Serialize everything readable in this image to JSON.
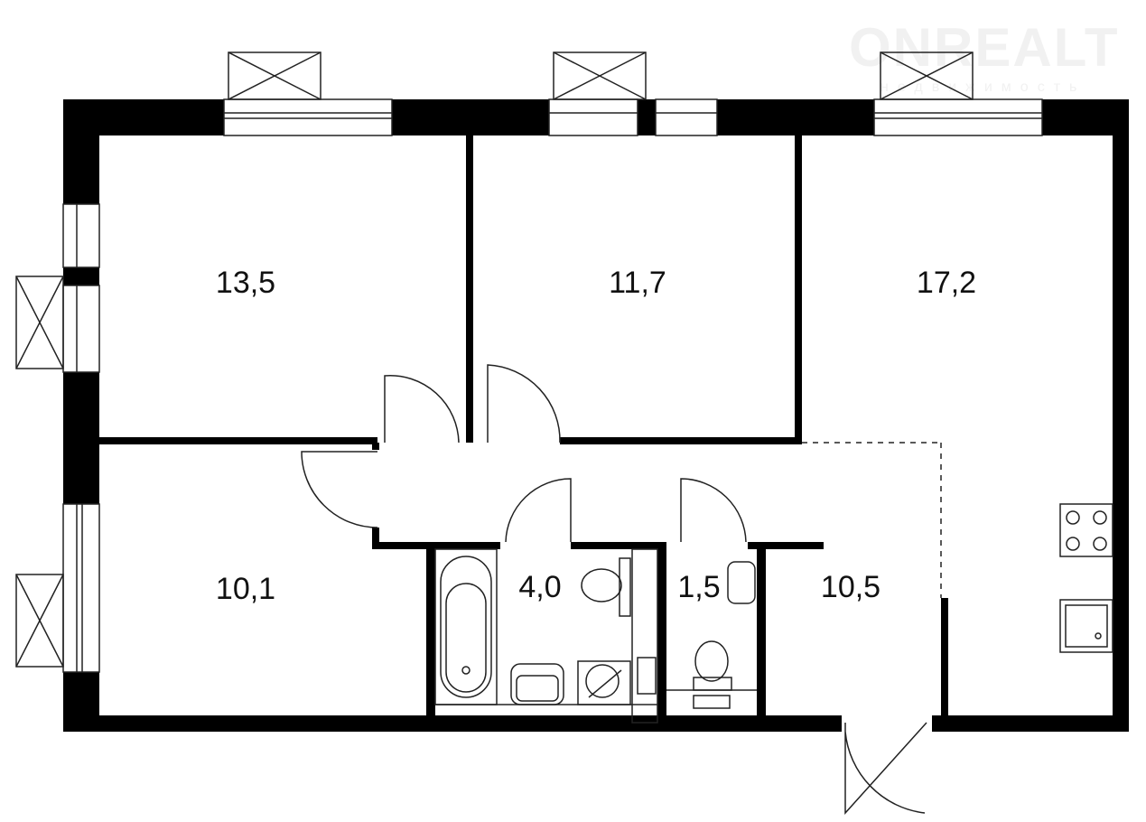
{
  "watermark": {
    "brand": "ONREALT",
    "subtitle": "недвижимость"
  },
  "rooms": [
    {
      "id": "bedroom-1",
      "area": "13,5"
    },
    {
      "id": "bedroom-2",
      "area": "11,7"
    },
    {
      "id": "living-kitchen",
      "area": "17,2"
    },
    {
      "id": "bedroom-3",
      "area": "10,1"
    },
    {
      "id": "bathroom",
      "area": "4,0"
    },
    {
      "id": "toilet",
      "area": "1,5"
    },
    {
      "id": "hallway",
      "area": "10,5"
    }
  ],
  "colors": {
    "wall": "#000000",
    "line": "#222222",
    "background": "#ffffff"
  }
}
